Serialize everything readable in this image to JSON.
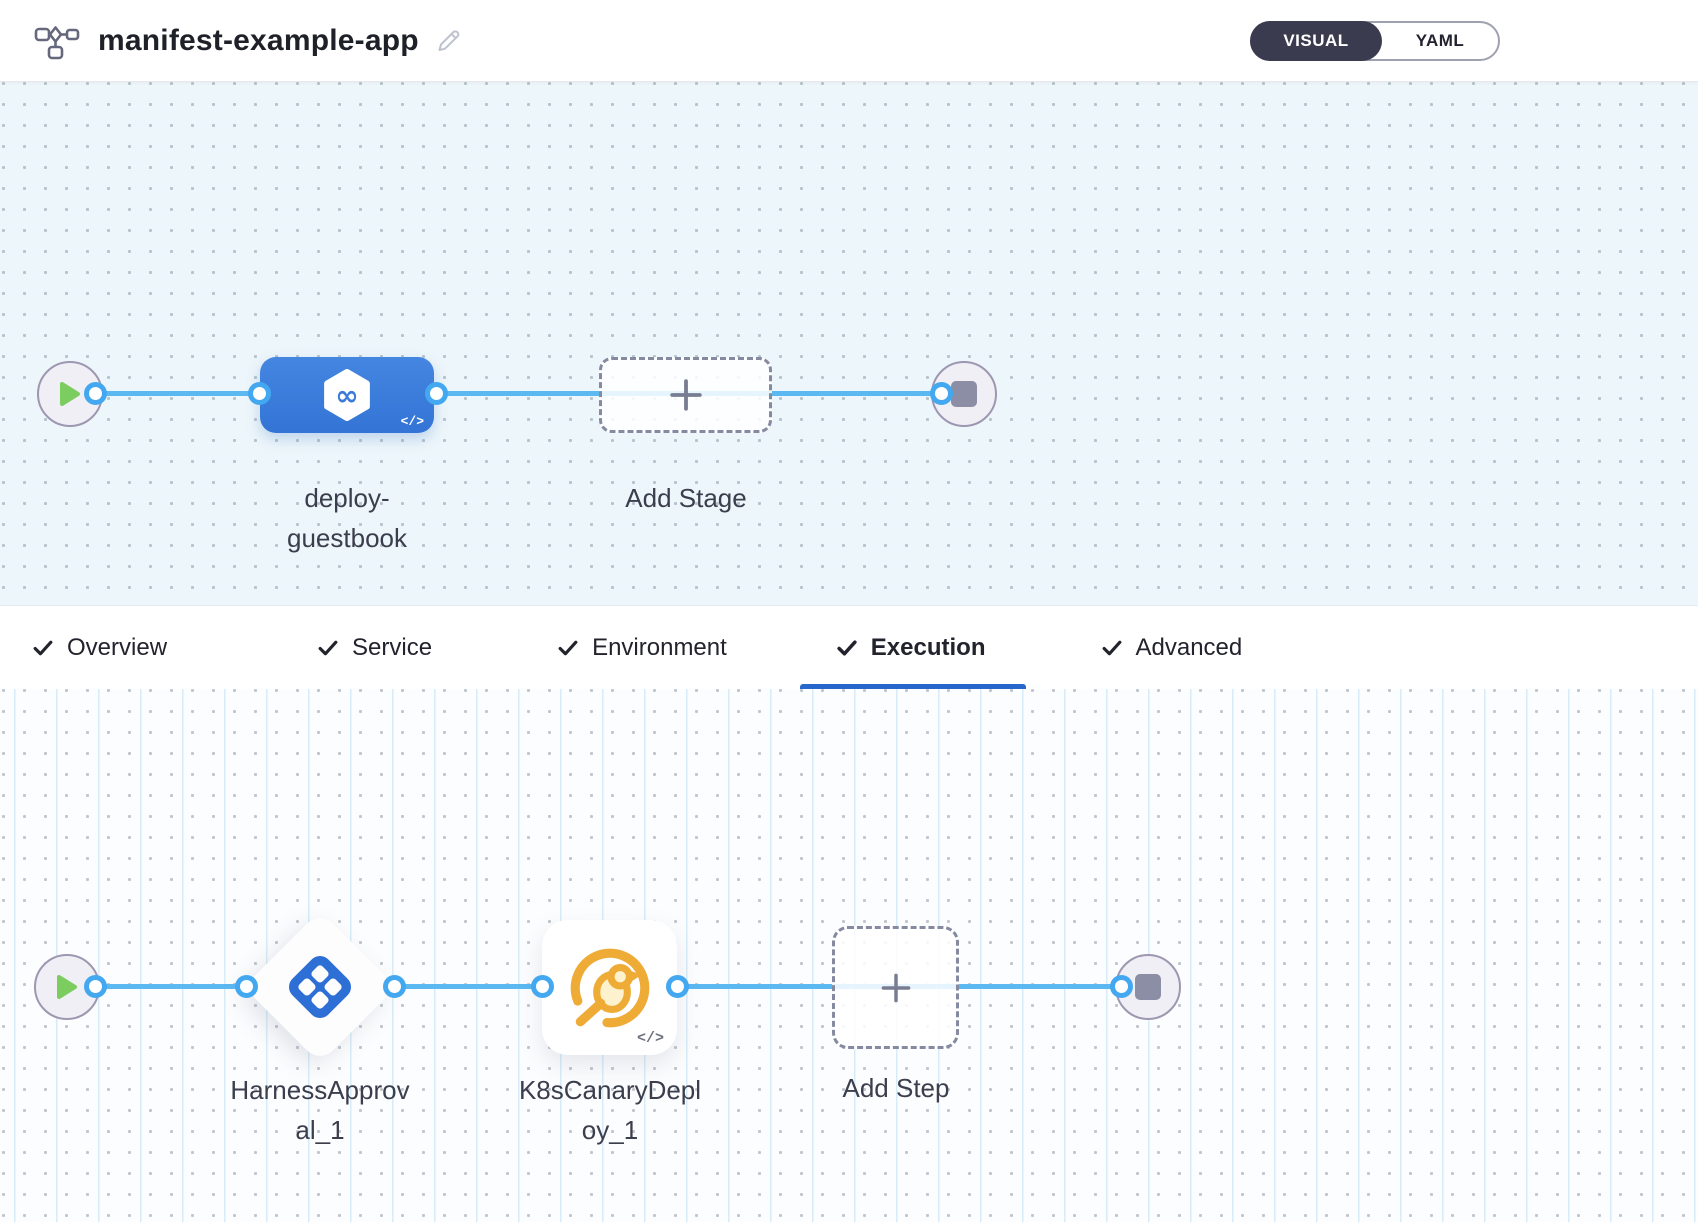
{
  "header": {
    "title": "manifest-example-app",
    "icons": {
      "pipeline": "pipeline-graph-icon",
      "edit": "pencil-icon"
    },
    "view_toggle": {
      "options": [
        "VISUAL",
        "YAML"
      ],
      "active": "VISUAL"
    }
  },
  "stage_flow": {
    "stage": {
      "name": "deploy-guestbook",
      "icon": "cd-infinity-hexagon-icon",
      "code_badge": "</>"
    },
    "add_stage_label": "Add Stage",
    "start_icon": "play-icon",
    "end_icon": "stop-icon"
  },
  "tabs": [
    {
      "label": "Overview",
      "checked": true,
      "active": false
    },
    {
      "label": "Service",
      "checked": true,
      "active": false
    },
    {
      "label": "Environment",
      "checked": true,
      "active": false
    },
    {
      "label": "Execution",
      "checked": true,
      "active": true
    },
    {
      "label": "Advanced",
      "checked": true,
      "active": false
    }
  ],
  "execution_flow": {
    "steps": [
      {
        "name": "HarnessApproval_1",
        "icon": "harness-approval-icon"
      },
      {
        "name": "K8sCanaryDeploy_1",
        "icon": "canary-bird-icon",
        "code_badge": "</>"
      }
    ],
    "add_step_label": "Add Step",
    "start_icon": "play-icon",
    "end_icon": "stop-icon"
  },
  "colors": {
    "connector": "#5bb8f1",
    "port_border": "#44a8f0",
    "stage_node_blue": "#3d7edb",
    "active_tab_underline": "#2767cc",
    "toggle_active_bg": "#3a3b4e",
    "play_green": "#7ccd60",
    "stop_gray": "#8b8ea4",
    "approval_icon_blue": "#2e6fd6",
    "canary_icon_amber": "#eeab35",
    "canvas_top_bg": "#edf6fa",
    "canvas_bottom_bg": "#fcfdfe"
  }
}
